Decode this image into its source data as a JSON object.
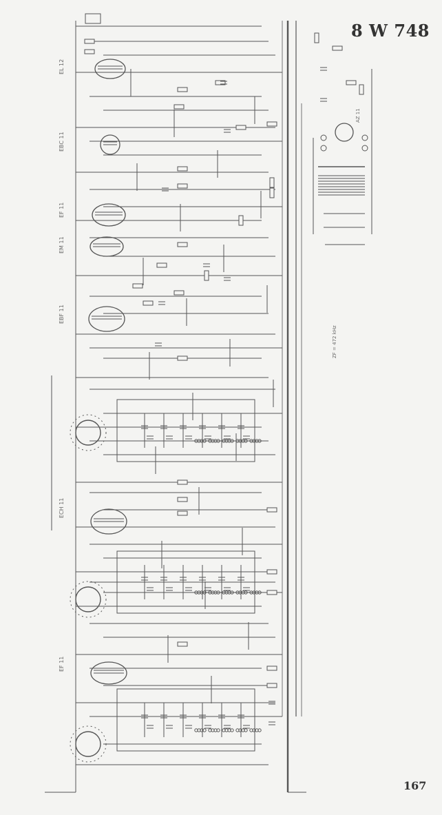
{
  "header": {
    "model": "8 W 748"
  },
  "footer": {
    "page_number": "167"
  },
  "tubes": [
    {
      "label": "EL 12"
    },
    {
      "label": "EBC 11"
    },
    {
      "label": "EF 11"
    },
    {
      "label": "EM 11"
    },
    {
      "label": "EBF 11"
    },
    {
      "label": "ECH 11"
    },
    {
      "label": "EF 11"
    }
  ],
  "rectifier": {
    "label": "AZ 11"
  },
  "supply_note": {
    "label": "ZF = 472 kHz"
  },
  "colors": {
    "ink": "#555555",
    "paper": "#f4f4f2"
  }
}
